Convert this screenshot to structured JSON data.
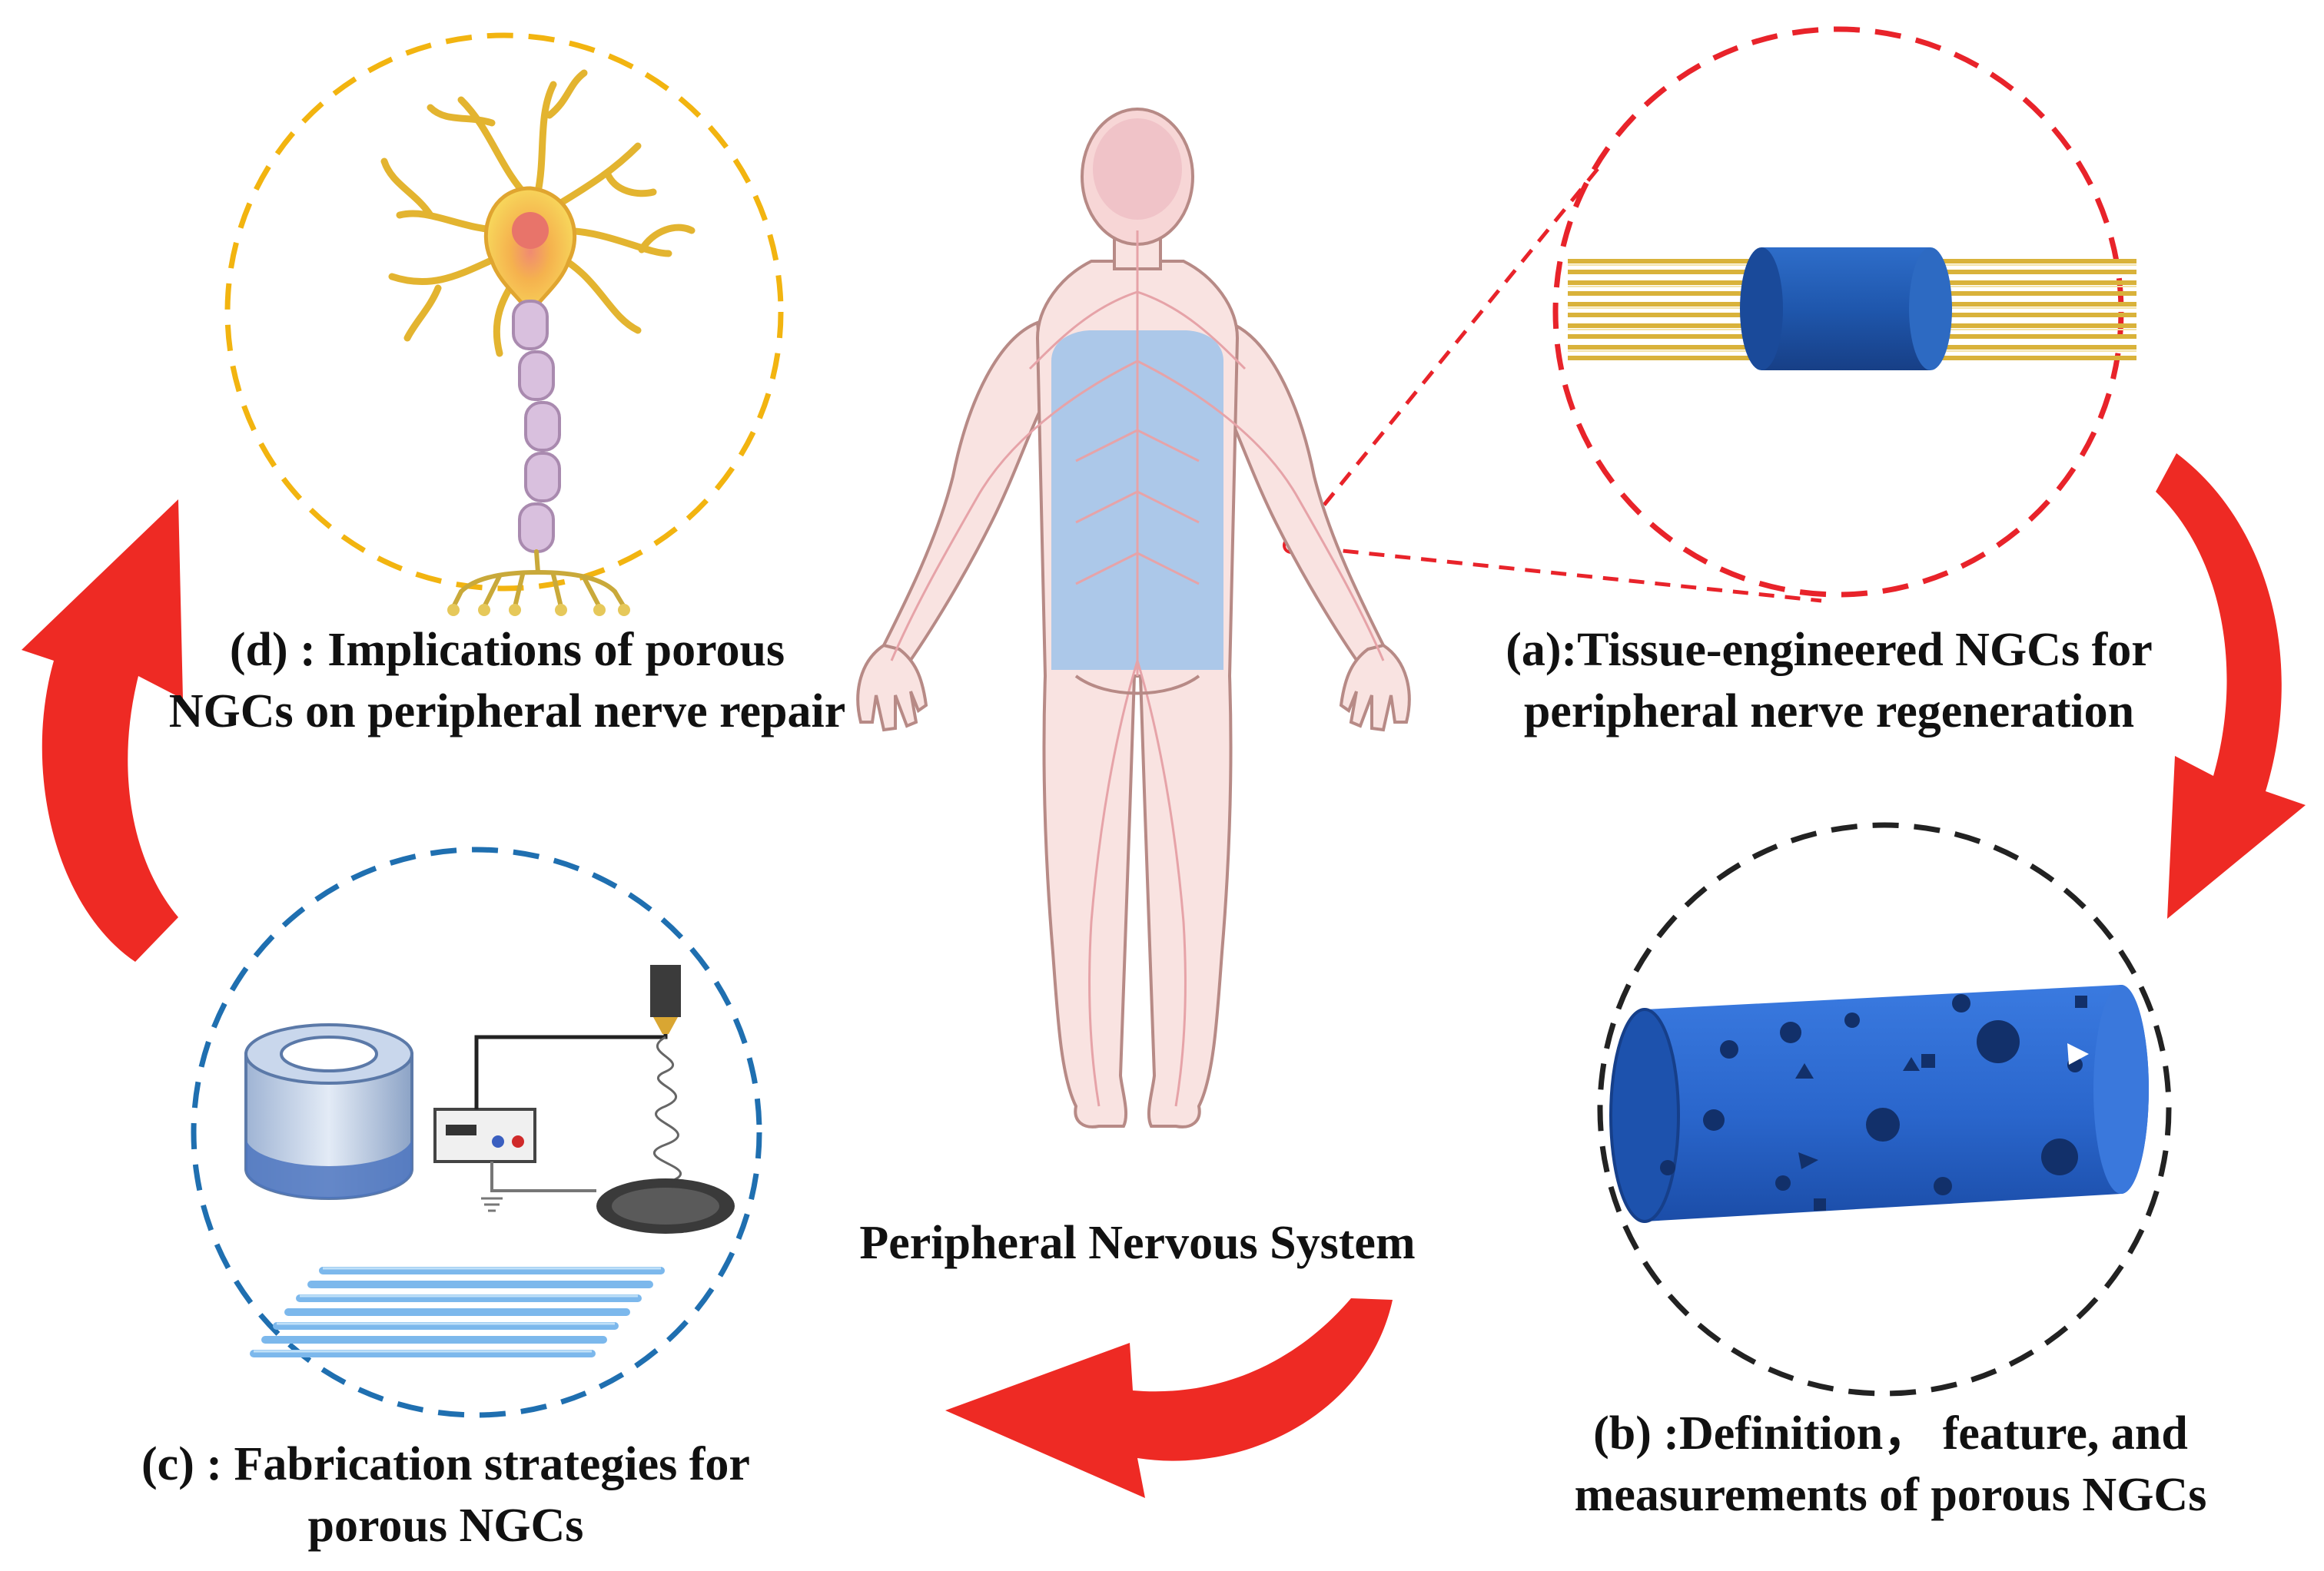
{
  "center_label": "Peripheral Nervous System",
  "panels": {
    "a": {
      "line1": "(a):Tissue-engineered NGCs for",
      "line2": "peripheral nerve regeneration"
    },
    "b": {
      "line1": "(b) :Definition， feature, and",
      "line2": "measurements of porous NGCs"
    },
    "c": {
      "line1": "(c) : Fabrication strategies for",
      "line2": "porous NGCs"
    },
    "d": {
      "line1": "(d) : Implications of porous",
      "line2": "NGCs on peripheral nerve repair"
    }
  },
  "colors": {
    "arrow": "#ee2a24",
    "ring_a": "#e8232a",
    "ring_b": "#222222",
    "ring_c": "#1f6fb0",
    "ring_d": "#f2b410",
    "conduit_blue": "#2563c4",
    "nerve_gold": "#d9b23a",
    "body_skin": "#f9e3e1",
    "body_outline": "#b78a86",
    "spine_blue": "#9fc3ea",
    "neuron_body": "#f5c84c",
    "axon_pink": "#d9c0de"
  }
}
